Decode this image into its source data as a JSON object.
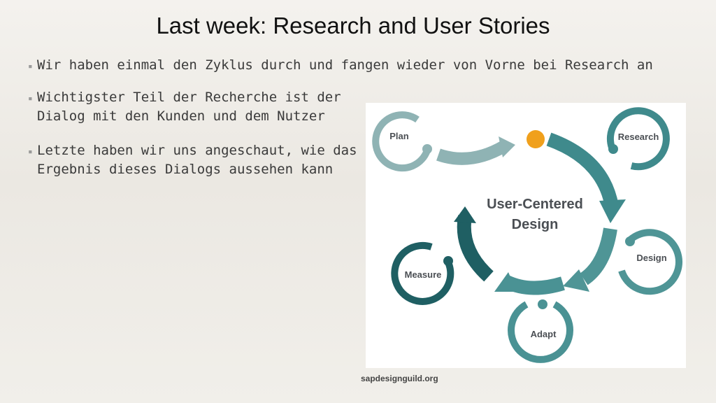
{
  "slide": {
    "title": "Last week: Research and User Stories",
    "bullets": [
      "Wir haben einmal den Zyklus durch und fangen wieder von Vorne bei Research an",
      "Wichtigster Teil der Recherche ist der\nDialog mit den Kunden und dem Nutzer",
      "Letzte haben wir uns angeschaut, wie das\nErgebnis dieses Dialogs aussehen kann"
    ],
    "credit": "sapdesignguild.org"
  },
  "diagram": {
    "center_line1": "User-Centered",
    "center_line2": "Design",
    "stages": {
      "plan": "Plan",
      "research": "Research",
      "design": "Design",
      "adapt": "Adapt",
      "measure": "Measure"
    },
    "colors": {
      "plan": "#8fb3b4",
      "research": "#3f8a8c",
      "design": "#4f9596",
      "adapt": "#4a9294",
      "measure": "#1f5f63",
      "dot": "#f0a01c",
      "center_text": "#4b4f54"
    }
  }
}
